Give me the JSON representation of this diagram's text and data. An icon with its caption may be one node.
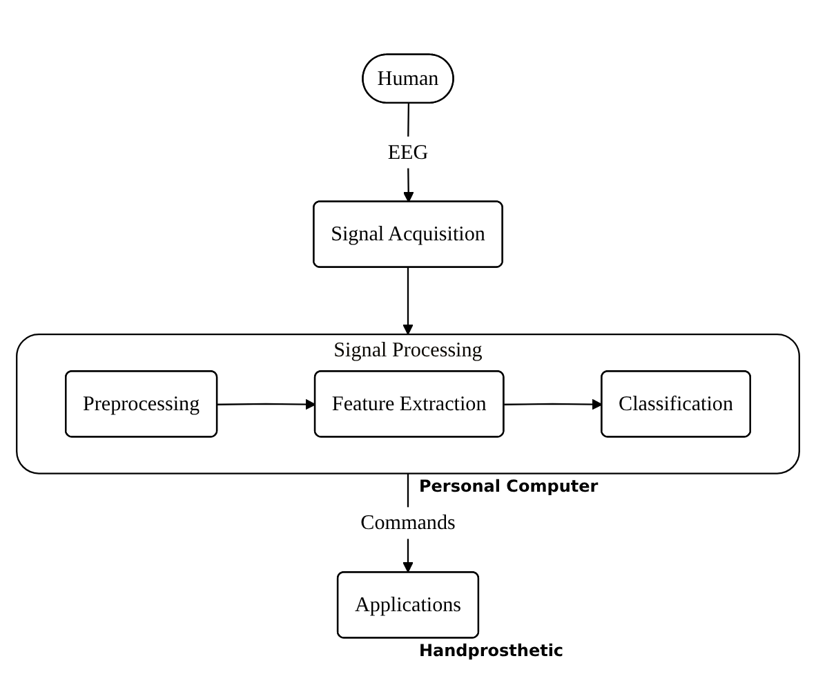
{
  "diagram": {
    "nodes": [
      {
        "text": [
          "Signal Processing"
        ],
        "beside": [
          "Personal Computer"
        ]
      },
      {
        "text": [
          "Preprocessing"
        ],
        "in": 0
      },
      {
        "text": [
          "Feature Extraction"
        ],
        "in": 0
      },
      {
        "text": [
          "Classification"
        ],
        "in": 0
      },
      {
        "text": [
          "Signal Acquisition"
        ]
      },
      {
        "text": [
          "Applications"
        ],
        "beside": [
          "Handprosthetic"
        ]
      },
      {
        "text": [
          "Human"
        ]
      }
    ],
    "edges": [
      {
        "from": 1,
        "to": 2,
        "arrow": "to"
      },
      {
        "from": 2,
        "to": 3,
        "arrow": "to"
      },
      {
        "from": 4,
        "to": 0,
        "arrow": "to"
      },
      {
        "from": 0,
        "to": 5,
        "label": "Commands",
        "arrow": "to"
      },
      {
        "from": 6,
        "to": 4,
        "label": "EEG",
        "arrow": "to"
      }
    ]
  }
}
